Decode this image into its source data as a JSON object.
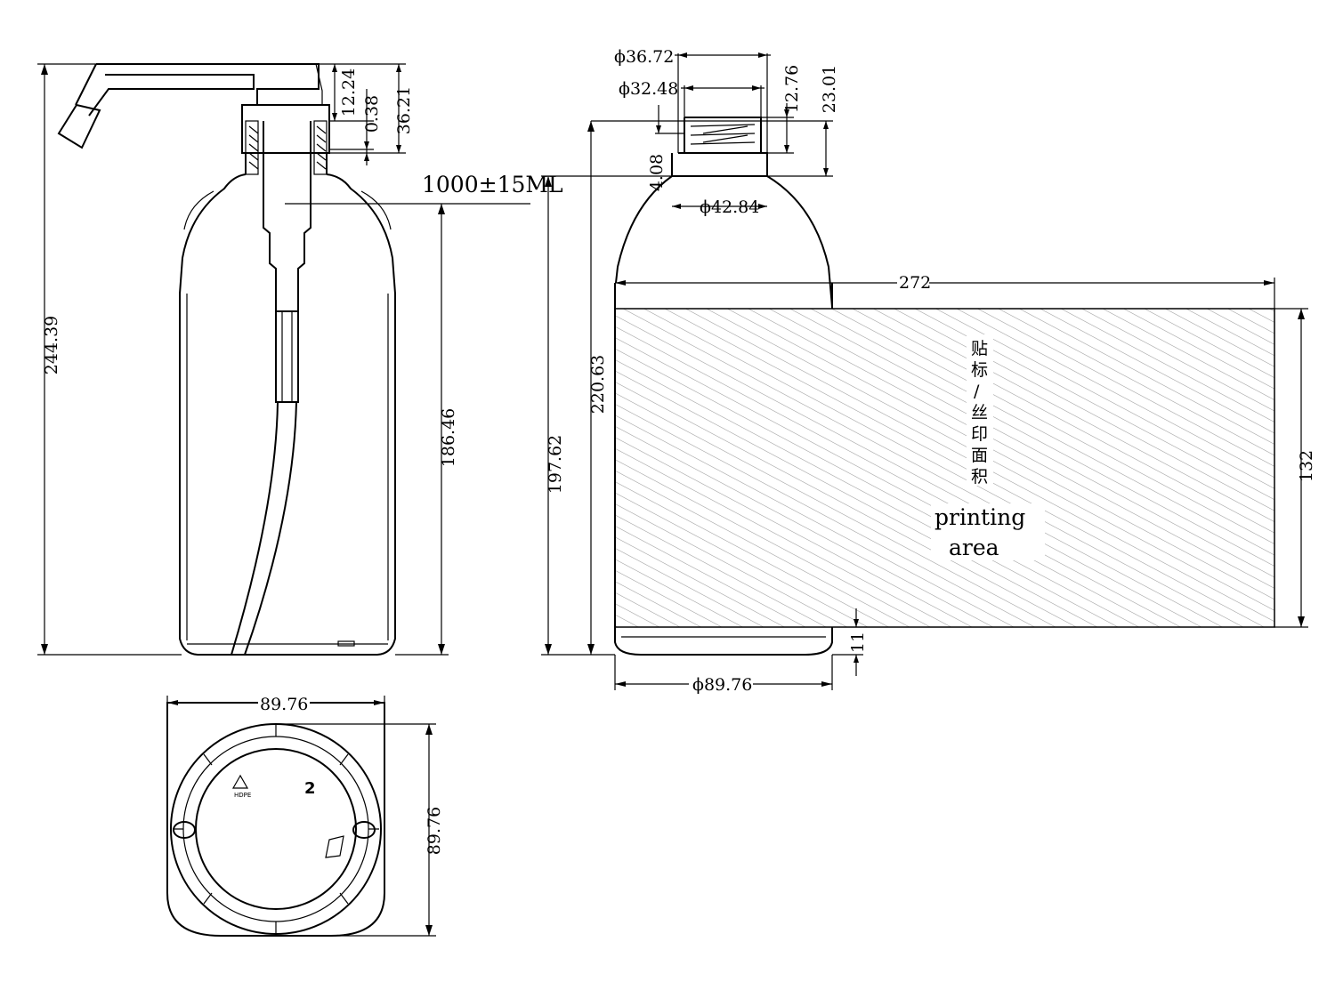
{
  "front_view": {
    "overall_height": "244.39",
    "body_height": "186.46",
    "capacity": "1000±15ML",
    "dim_12_24": "12.24",
    "dim_0_38": "0.38",
    "dim_36_21": "36.21"
  },
  "side_view": {
    "neck_outer_diameter": "ϕ36.72",
    "neck_inner_diameter": "ϕ32.48",
    "dim_12_76": "12.76",
    "dim_23_01": "23.01",
    "dim_4_08": "4.08",
    "shoulder_diameter": "ϕ42.84",
    "label_width": "272",
    "height_220_63": "220.63",
    "height_197_62": "197.62",
    "label_height": "132",
    "bottom_offset": "11",
    "base_diameter": "ϕ89.76",
    "label_cn": [
      "贴",
      "标",
      "/",
      "丝",
      "印",
      "面",
      "积"
    ],
    "label_en_line1": "printing",
    "label_en_line2": "area"
  },
  "bottom_view": {
    "width": "89.76",
    "depth": "89.76",
    "recycle_code": "2",
    "recycle_material": "HDPE"
  }
}
